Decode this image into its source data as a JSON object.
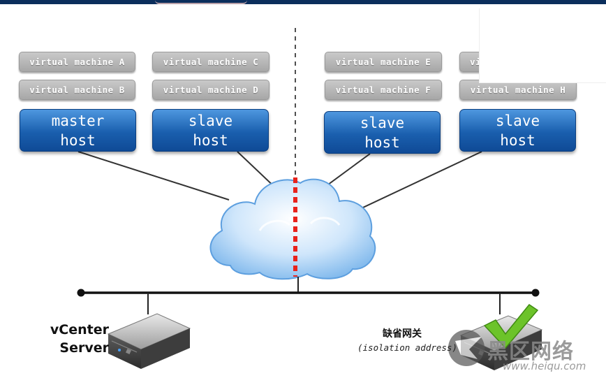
{
  "virtual_machines": {
    "a": "virtual machine A",
    "b": "virtual machine B",
    "c": "virtual machine C",
    "d": "virtual machine D",
    "e": "virtual machine E",
    "f": "virtual machine F",
    "g": "vi",
    "h": "virtual machine H"
  },
  "hosts": {
    "master": [
      "master",
      "host"
    ],
    "slave1": [
      "slave",
      "host"
    ],
    "slave2": [
      "slave",
      "host"
    ],
    "slave3": [
      "slave",
      "host"
    ]
  },
  "vcenter": [
    "vCenter",
    "Server"
  ],
  "gateway": {
    "label": "缺省网关",
    "sub": "(isolation address)"
  },
  "watermark": {
    "text": "黑区网络",
    "url": "www.heiqu.com"
  },
  "colors": {
    "host_blue": "#1a5fae",
    "vm_gray": "#b5b5b5",
    "isolation_red": "#e8231c",
    "check_green": "#6cc32a",
    "top_bar": "#0b2e5c"
  }
}
